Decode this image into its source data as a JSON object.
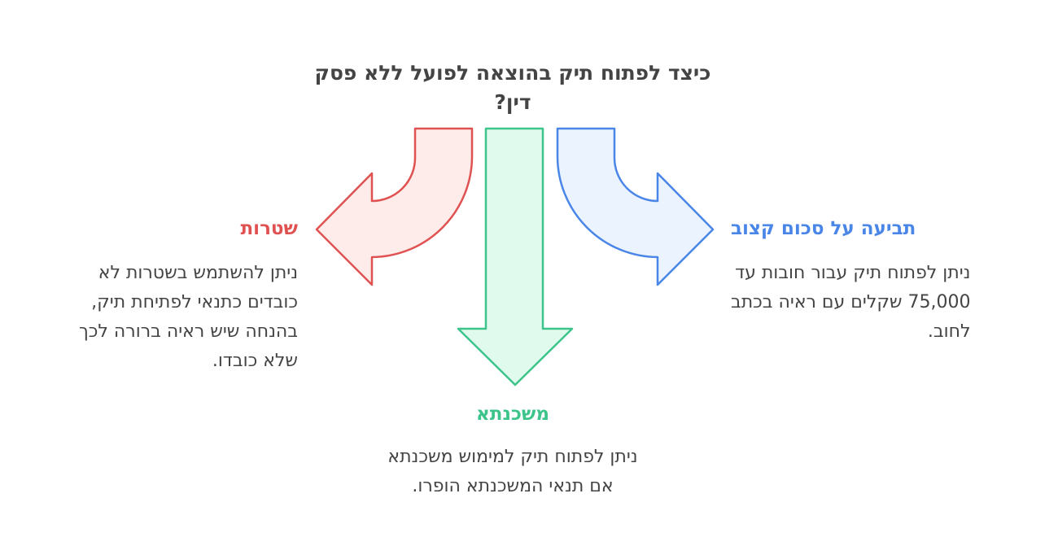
{
  "title": "כיצד לפתוח תיק בהוצאה לפועל ללא פסק דין?",
  "colors": {
    "red": "#e05252",
    "green": "#3cc48a",
    "blue": "#4a86e8"
  },
  "branches": {
    "left": {
      "heading": "שטרות",
      "lines": [
        "ניתן להשתמש בשטרות לא",
        "כובדים כתנאי לפתיחת תיק,",
        "בהנחה שיש ראיה ברורה לכך",
        "שלא כובדו."
      ]
    },
    "center": {
      "heading": "משכנתא",
      "lines": [
        "ניתן לפתוח תיק למימוש משכנתא",
        "אם תנאי המשכנתא הופרו."
      ]
    },
    "right": {
      "heading": "תביעה על סכום קצוב",
      "lines": [
        "ניתן לפתוח תיק עבור חובות עד",
        "75,000 שקלים עם ראיה בכתב",
        "לחוב."
      ]
    }
  }
}
